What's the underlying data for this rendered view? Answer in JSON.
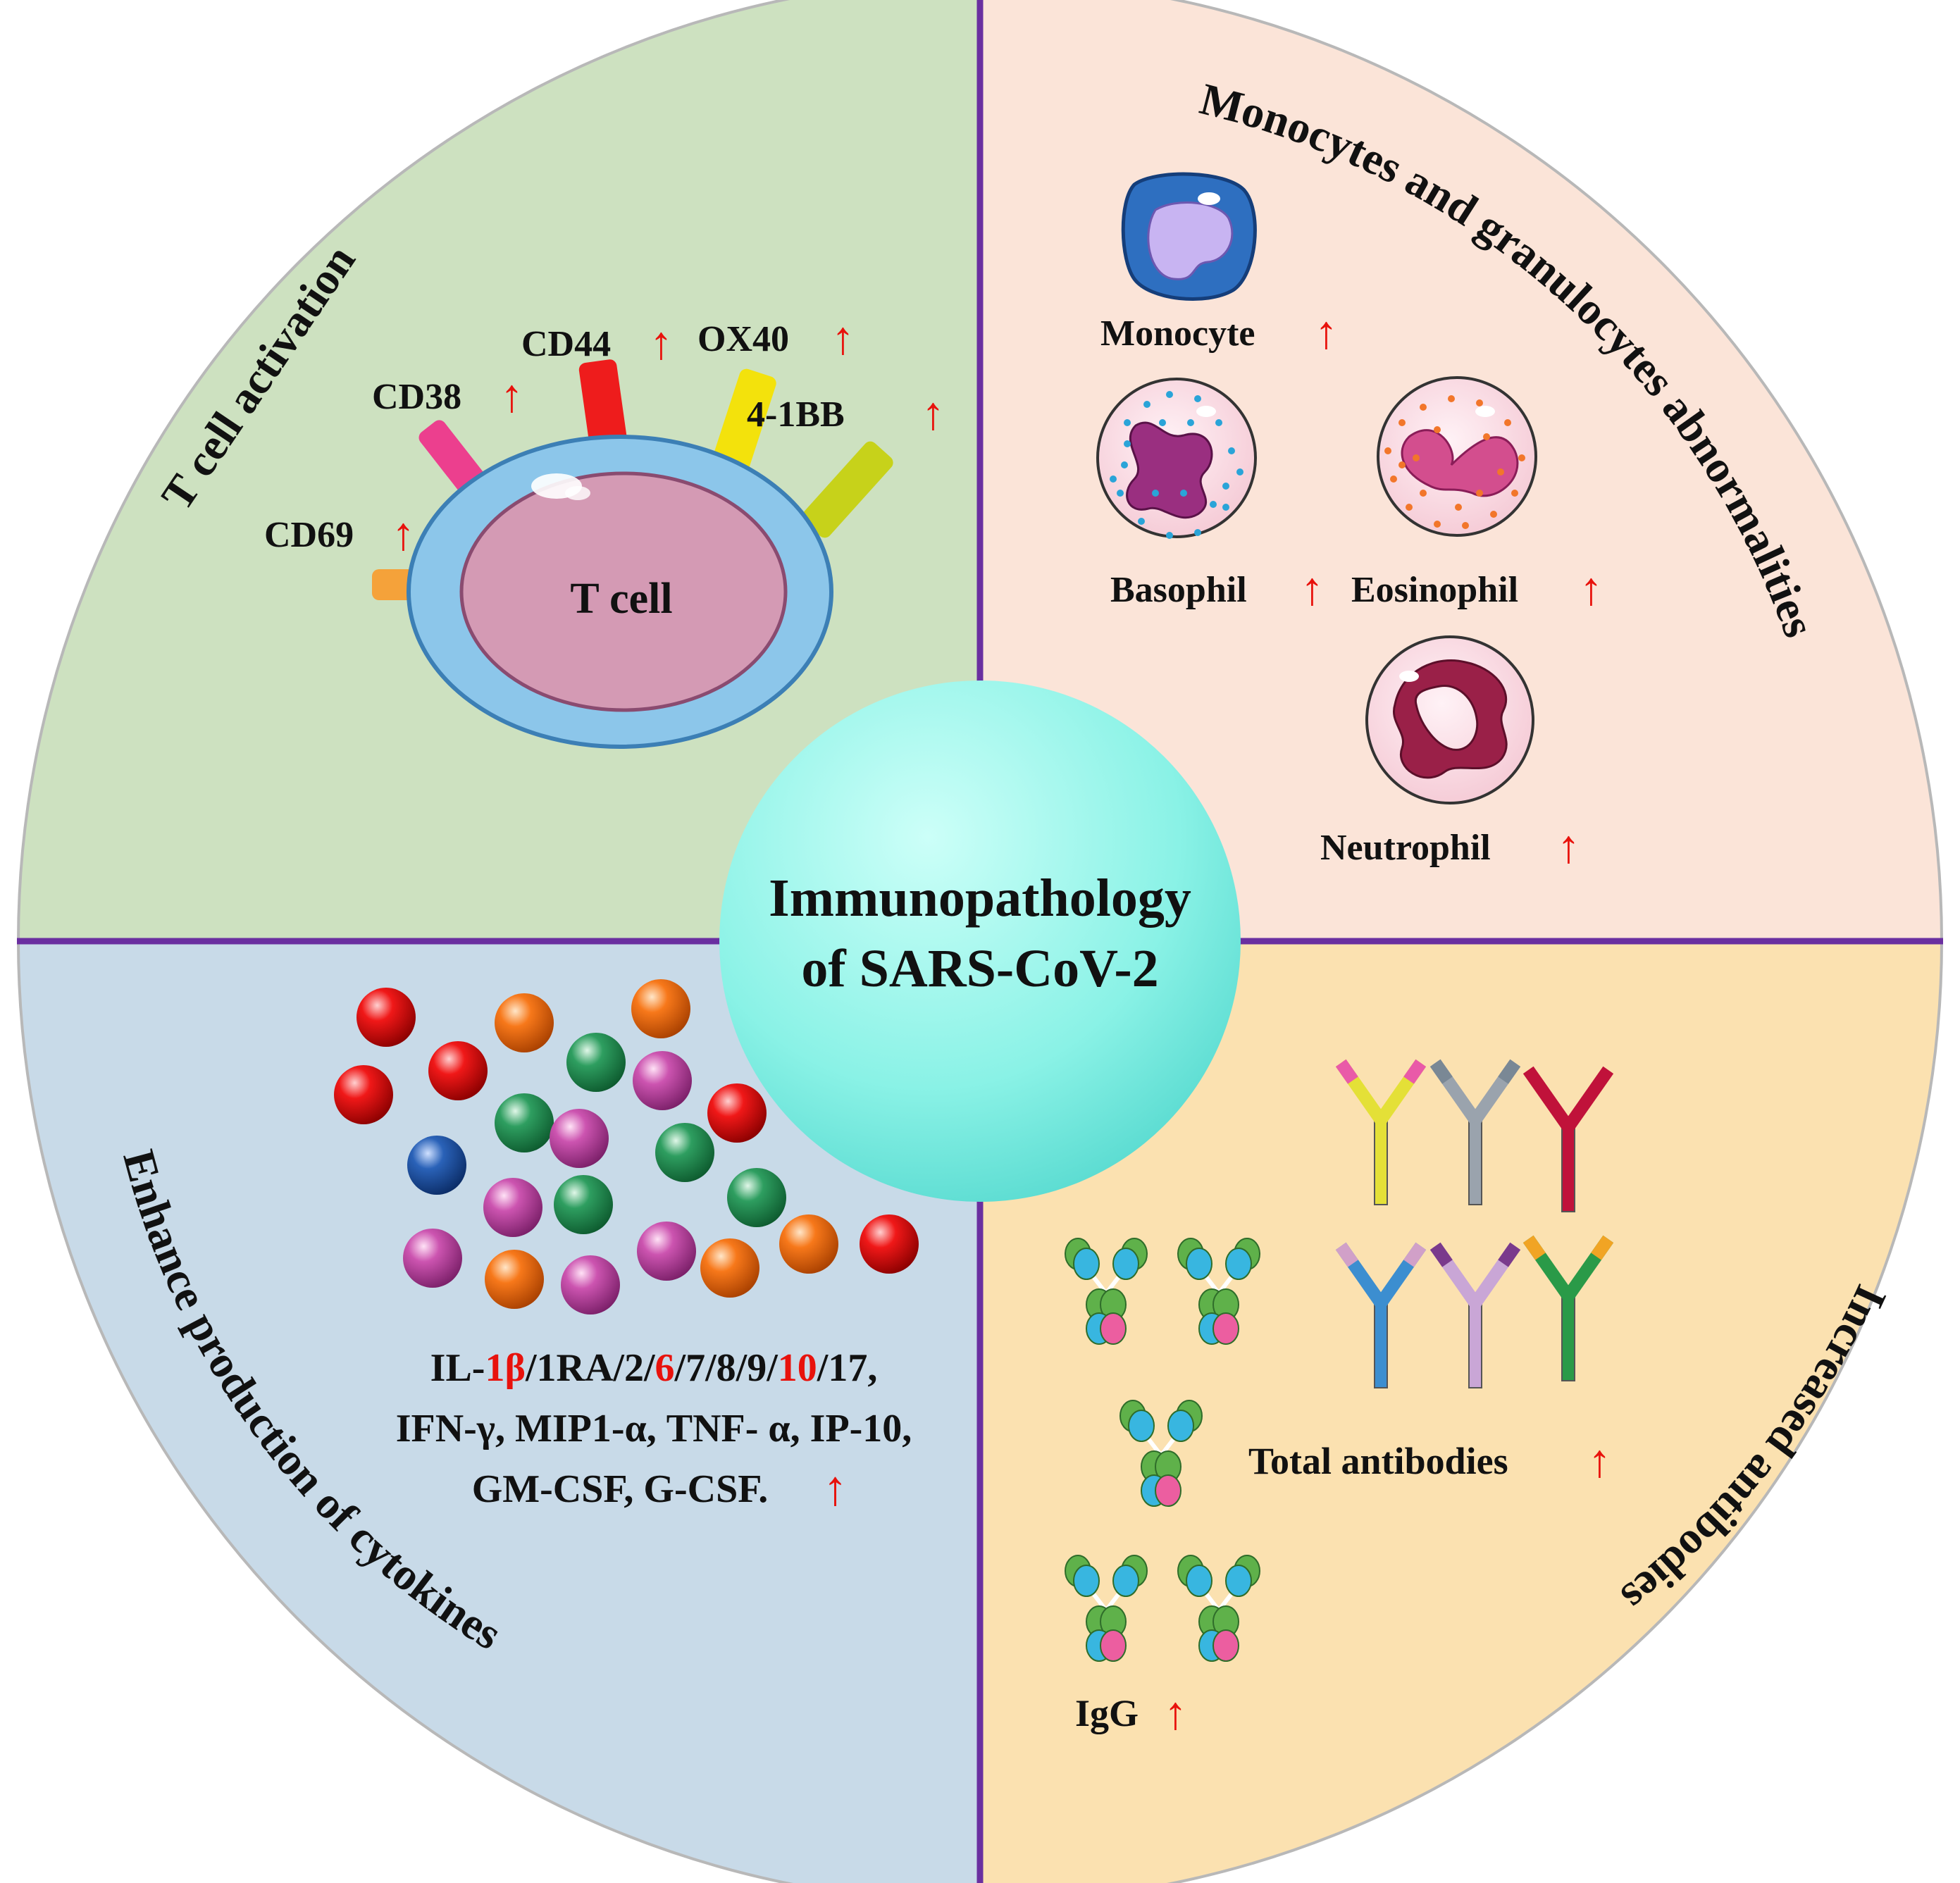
{
  "center": {
    "line1": "Immunopathology",
    "line2": "of SARS-CoV-2"
  },
  "quadrants": {
    "t_cell": {
      "title": "T cell activation",
      "cell_label": "T cell",
      "markers": [
        "CD69",
        "CD38",
        "CD44",
        "OX40",
        "4-1BB"
      ],
      "arrow": "↑"
    },
    "monocytes": {
      "title": "Monocytes and granulocytes abnormalities",
      "labels": [
        "Monocyte",
        "Basophil",
        "Eosinophil",
        "Neutrophil"
      ],
      "arrow": "↑"
    },
    "cytokines": {
      "title": "Enhance production of cytokines",
      "line1_parts": [
        "IL-",
        "1β",
        "/1RA/2/",
        "6",
        "/7/8/9/",
        "10",
        "/17,"
      ],
      "line2": "IFN-γ, MIP1-α, TNF- α, IP-10,",
      "line3": "GM-CSF, G-CSF.",
      "arrow": "↑"
    },
    "antibodies": {
      "title": "Increased antibodies",
      "total_label": "Total antibodies",
      "igg_label": "IgG",
      "arrow": "↑"
    }
  },
  "colors": {
    "tcell_bg": "#cde1c0",
    "mono_bg": "#fbe4d8",
    "cyto_bg": "#c8dae8",
    "anti_bg": "#fbe1b0",
    "divider": "#6a2fa0",
    "center_fill": "#7ff0e4",
    "arrow": "#e8120c"
  }
}
